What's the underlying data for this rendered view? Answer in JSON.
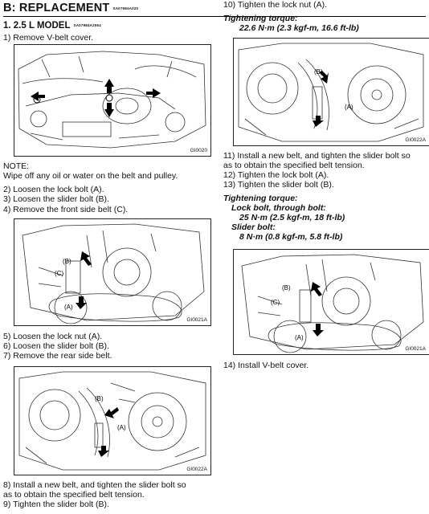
{
  "header": {
    "title": "B: REPLACEMENT",
    "title_code": "SA07984A020",
    "subtitle": "1. 2.5 L MODEL",
    "subtitle_code": "SA07984A2554"
  },
  "left": {
    "step1": "1)  Remove V-belt cover.",
    "fig1_label": "GI0020",
    "note_heading": "NOTE:",
    "note_text": "Wipe off any oil or water on the belt and pulley.",
    "step2": "2)  Loosen the lock bolt (A).",
    "step3": "3)  Loosen the slider bolt (B).",
    "step4": "4)  Remove the front side belt (C).",
    "fig2_label": "GI0021A",
    "step5": "5)  Loosen the lock nut (A).",
    "step6": "6)  Loosen the slider bolt (B).",
    "step7": "7)  Remove the rear side belt.",
    "fig3_label": "GI0022A",
    "step8_line1": "8)  Install a new belt, and tighten the slider bolt so",
    "step8_line2": "as to obtain the specified belt tension.",
    "step9": "9)  Tighten the slider bolt (B)."
  },
  "right": {
    "step10": "10)  Tighten the lock nut (A).",
    "torque1_heading": "Tightening torque:",
    "torque1_value": "22.6 N·m (2.3 kgf-m, 16.6 ft-lb)",
    "fig4_label": "GI0022A",
    "step11_line1": "11)  Install a new belt, and tighten the slider bolt so",
    "step11_line2": "as to obtain the specified belt tension.",
    "step12": "12)  Tighten the lock bolt (A).",
    "step13": "13)  Tighten the slider bolt (B).",
    "torque2_heading": "Tightening torque:",
    "torque2_lock_label": "Lock bolt, through bolt:",
    "torque2_lock_value": "25 N·m (2.5 kgf-m, 18 ft-lb)",
    "torque2_slider_label": "Slider bolt:",
    "torque2_slider_value": "8 N·m (0.8 kgf-m, 5.8 ft-lb)",
    "fig5_label": "GI0021A",
    "step14": "14)  Install V-belt cover."
  },
  "callouts": {
    "a": "(A)",
    "b": "(B)",
    "c": "(C)"
  }
}
